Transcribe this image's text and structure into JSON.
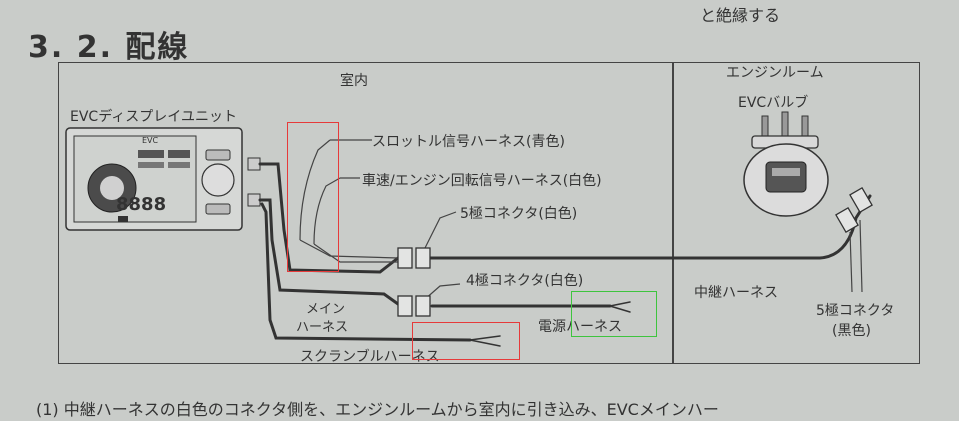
{
  "page": {
    "heading": "3. 2. 配線",
    "top_note": "と絶縁する"
  },
  "diagram": {
    "section_indoor": "室内",
    "section_engine": "エンジンルーム",
    "display_unit": "EVCディスプレイユニット",
    "display_brand": "EVC",
    "display_digits": "8888",
    "evc_valve": "EVCバルブ",
    "throttle_harness": "スロットル信号ハーネス(青色)",
    "speed_rpm_harness": "車速/エンジン回転信号ハーネス(白色)",
    "connector_5pin_white": "5極コネクタ(白色)",
    "connector_4pin_white": "4極コネクタ(白色)",
    "main_harness_line1": "メイン",
    "main_harness_line2": "ハーネス",
    "power_harness": "電源ハーネス",
    "scramble_harness": "スクランブルハーネス",
    "relay_harness": "中継ハーネス",
    "connector_5pin_black_line1": "5極コネクタ",
    "connector_5pin_black_line2": "(黒色)"
  },
  "footer": {
    "text": "(1) 中継ハーネスの白色のコネクタ側を、エンジンルームから室内に引き込み、EVCメインハー"
  },
  "colors": {
    "highlight_red": "#e63a3a",
    "highlight_green": "#3ec43e"
  }
}
